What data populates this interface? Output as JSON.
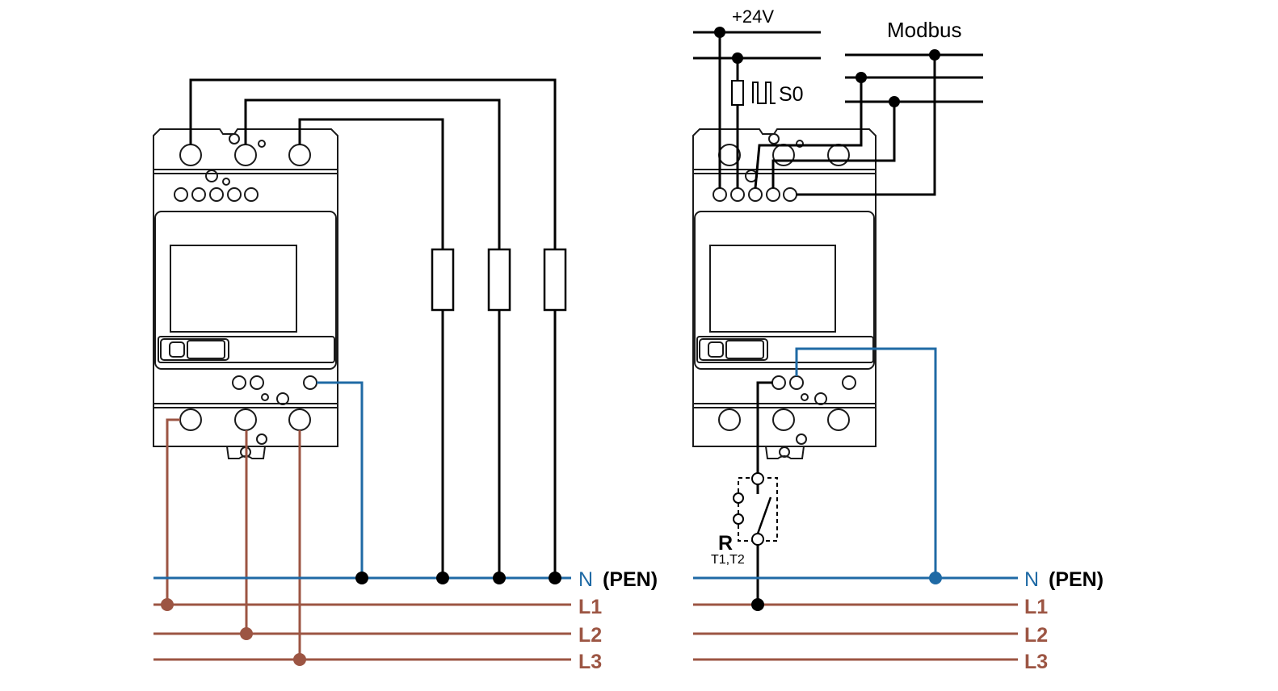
{
  "colors": {
    "neutral": "#1f6aa5",
    "phase": "#9c5543",
    "wire": "#000000",
    "device_outline": "#1a1a1a"
  },
  "labels": {
    "n_left": "N",
    "pen_left": "(PEN)",
    "n_right": "N",
    "pen_right": "(PEN)",
    "l1_left": "L1",
    "l2_left": "L2",
    "l3_left": "L3",
    "l1_right": "L1",
    "l2_right": "L2",
    "l3_right": "L3",
    "supply": "+24V",
    "bus": "Modbus",
    "pulse": "S0",
    "relay": "R",
    "relay_terminals": "T1,T2"
  },
  "icons": [
    "pulse-icon",
    "resistor-icon",
    "relay-switch-icon",
    "terminal-icon"
  ]
}
